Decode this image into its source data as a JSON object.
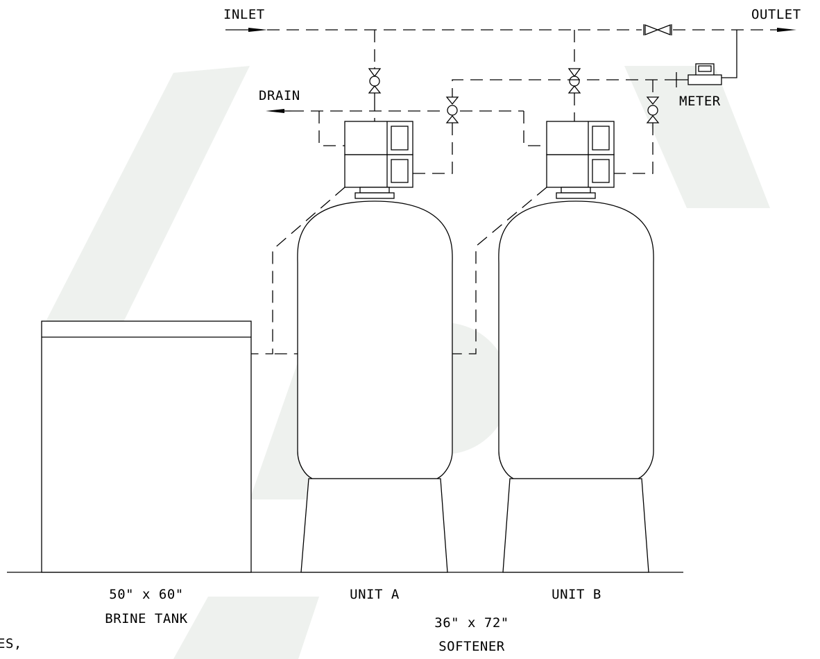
{
  "labels": {
    "inlet": "INLET",
    "outlet": "OUTLET",
    "drain": "DRAIN",
    "meter": "METER",
    "brine_size": "50\" x 60\"",
    "brine_name": "BRINE TANK",
    "unit_a": "UNIT A",
    "unit_b": "UNIT B",
    "softener_size": "36\" x 72\"",
    "softener_name": "SOFTENER",
    "cut_note": "ES,"
  },
  "watermark": {
    "color": "#eef1ee"
  }
}
